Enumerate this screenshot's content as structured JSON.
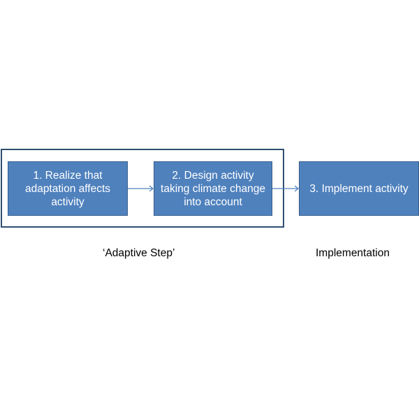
{
  "diagram": {
    "steps": [
      {
        "label": "1. Realize that\nadaptation affects\nactivity"
      },
      {
        "label": "2. Design activity\ntaking climate change\ninto account"
      },
      {
        "label": "3. Implement activity"
      }
    ],
    "group_labels": {
      "adaptive": "‘Adaptive Step’",
      "implementation": "Implementation"
    },
    "colors": {
      "box_fill": "#4f81bd",
      "box_border": "#385d8a",
      "frame_border": "#2f4f6f",
      "arrow": "#4f81bd",
      "box_text": "#ffffff"
    }
  }
}
